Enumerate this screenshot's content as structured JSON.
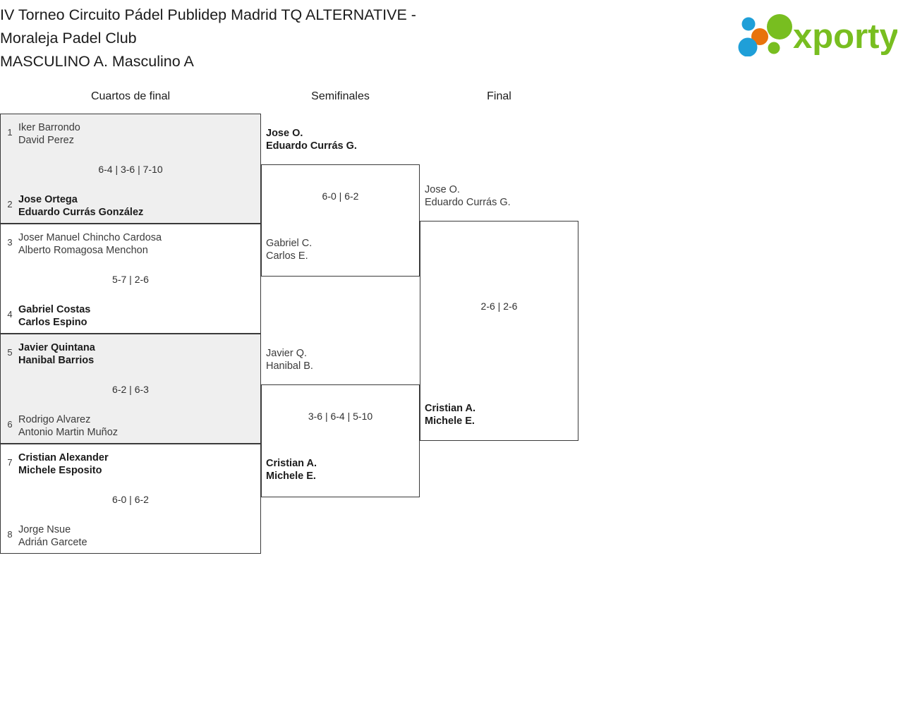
{
  "header": {
    "title": "IV Torneo Circuito Pádel Publidep Madrid TQ ALTERNATIVE -\nMoraleja Padel Club\nMASCULINO A. Masculino A",
    "logo_text": "xporty",
    "logo_colors": {
      "green": "#78be20",
      "blue": "#1f9fd8",
      "orange": "#e8730c"
    }
  },
  "rounds": [
    {
      "label": "Cuartos de final"
    },
    {
      "label": "Semifinales"
    },
    {
      "label": "Final"
    }
  ],
  "quarterfinals": [
    {
      "top_seed": "1",
      "top_team": "Iker Barrondo\nDavid Perez",
      "bottom_seed": "2",
      "bottom_team": "Jose Ortega\nEduardo Currás González",
      "score": "6-4 | 3-6 | 7-10",
      "winner": "bottom"
    },
    {
      "top_seed": "3",
      "top_team": "Joser Manuel Chincho Cardosa\nAlberto Romagosa Menchon",
      "bottom_seed": "4",
      "bottom_team": "Gabriel Costas\nCarlos Espino",
      "score": "5-7 | 2-6",
      "winner": "bottom"
    },
    {
      "top_seed": "5",
      "top_team": "Javier Quintana\nHanibal Barrios",
      "bottom_seed": "6",
      "bottom_team": "Rodrigo Alvarez\nAntonio Martin Muñoz",
      "score": "6-2 | 6-3",
      "winner": "top"
    },
    {
      "top_seed": "7",
      "top_team": "Cristian Alexander\nMichele Esposito",
      "bottom_seed": "8",
      "bottom_team": "Jorge Nsue\nAdrián Garcete",
      "score": "6-0 | 6-2",
      "winner": "top"
    }
  ],
  "semifinals": [
    {
      "top_team": "Jose O.\nEduardo Currás G.",
      "bottom_team": "Gabriel C.\nCarlos E.",
      "score": "6-0 | 6-2",
      "winner": "top"
    },
    {
      "top_team": "Javier Q.\nHanibal B.",
      "bottom_team": "Cristian A.\nMichele E.",
      "score": "3-6 | 6-4 | 5-10",
      "winner": "bottom"
    }
  ],
  "final": {
    "top_team": "Jose O.\nEduardo Currás G.",
    "bottom_team": "Cristian A.\nMichele E.",
    "score": "2-6 | 2-6",
    "winner": "bottom"
  }
}
